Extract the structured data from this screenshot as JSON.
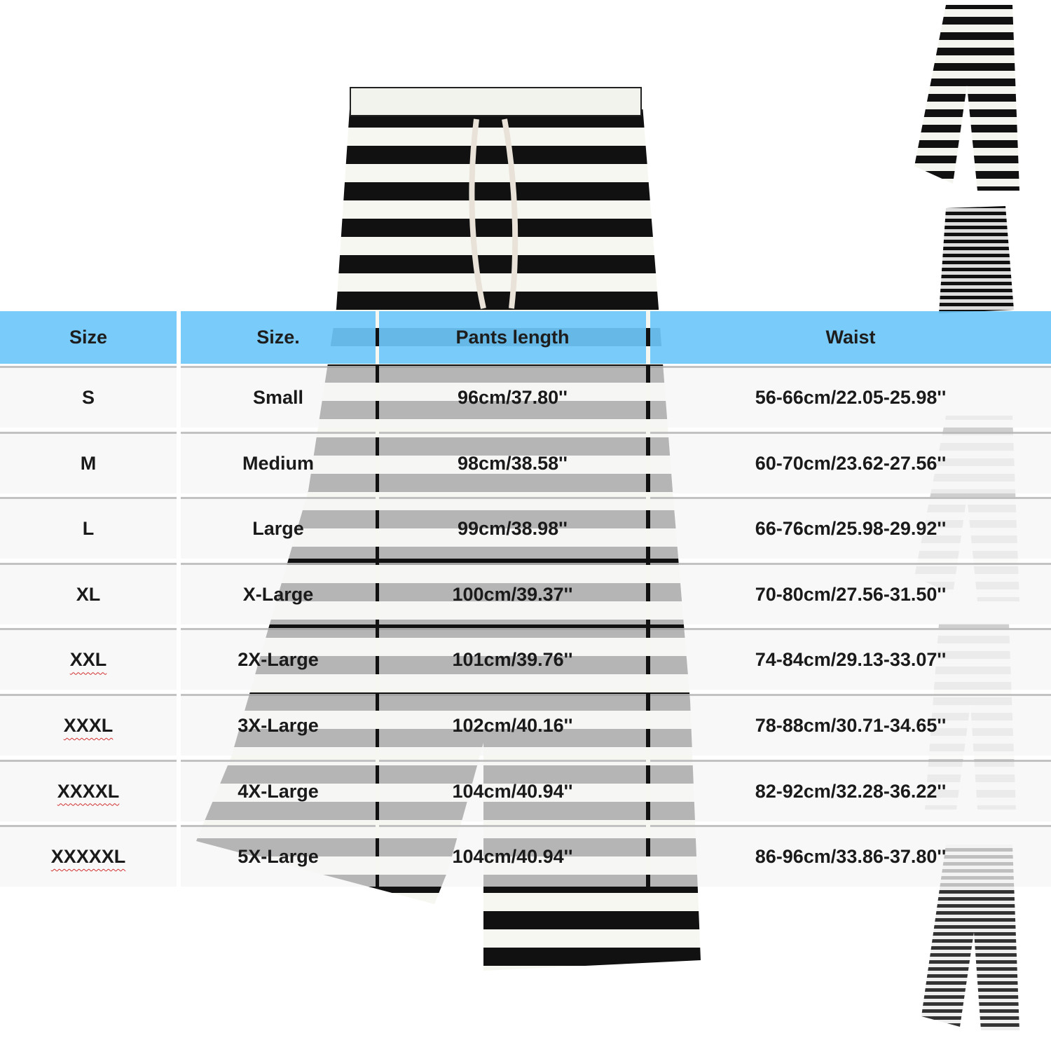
{
  "table": {
    "headers": [
      "Size",
      "Size.",
      "Pants length",
      "Waist"
    ],
    "rows": [
      {
        "size": "S",
        "name": "Small",
        "length": "96cm/37.80''",
        "waist": "56-66cm/22.05-25.98''"
      },
      {
        "size": "M",
        "name": "Medium",
        "length": "98cm/38.58''",
        "waist": "60-70cm/23.62-27.56''"
      },
      {
        "size": "L",
        "name": "Large",
        "length": "99cm/38.98''",
        "waist": "66-76cm/25.98-29.92''"
      },
      {
        "size": "XL",
        "name": "X-Large",
        "length": "100cm/39.37''",
        "waist": "70-80cm/27.56-31.50''"
      },
      {
        "size": "XXL",
        "name": "2X-Large",
        "length": "101cm/39.76''",
        "waist": "74-84cm/29.13-33.07''"
      },
      {
        "size": "XXXL",
        "name": "3X-Large",
        "length": "102cm/40.16''",
        "waist": "78-88cm/30.71-34.65''"
      },
      {
        "size": "XXXXL",
        "name": "4X-Large",
        "length": "104cm/40.94''",
        "waist": "82-92cm/32.28-36.22''"
      },
      {
        "size": "XXXXXL",
        "name": "5X-Large",
        "length": "104cm/40.94''",
        "waist": "86-96cm/33.86-37.80''"
      }
    ]
  },
  "colors": {
    "header_bg": "#6ec8fa",
    "stripe_dark": "#111111",
    "stripe_light": "#f7f7f2"
  },
  "images": {
    "main": "striped-wide-leg-pants-photo",
    "thumbnails": [
      "thumbnail-pants-1",
      "thumbnail-pants-2",
      "thumbnail-pants-3",
      "thumbnail-pants-4",
      "thumbnail-pants-5"
    ]
  }
}
